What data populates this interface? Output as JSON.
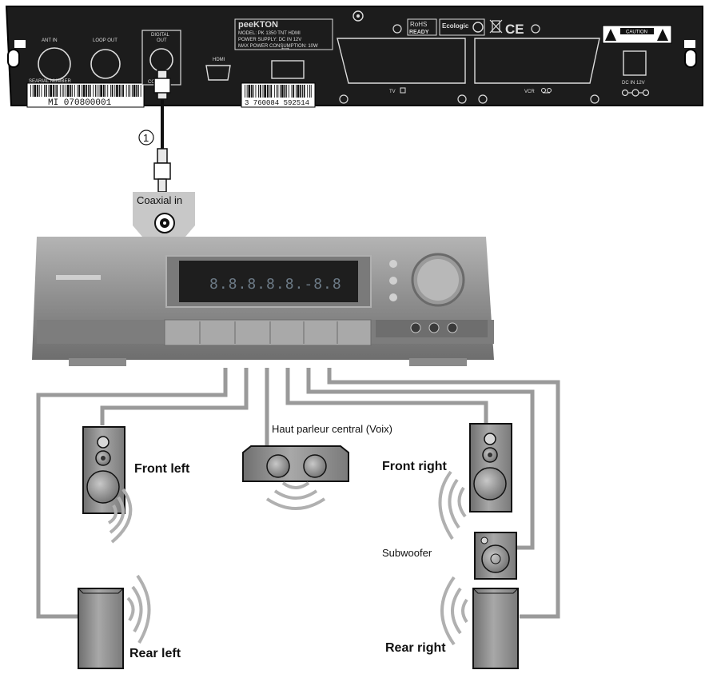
{
  "stb": {
    "brand": "peeKTON",
    "model_line": "MODEL: PK 1350 TNT HDMI",
    "power_line": "POWER SUPPLY: DC IN 12V",
    "consumption_line": "MAX POWER CONSUMPTION: 10W",
    "ant_in": "ANT IN",
    "loop_out": "LOOP OUT",
    "digital_out": "DIGITAL",
    "digital_out2": "OUT",
    "coaxial": "COAXIAL",
    "hdmi": "HDMI",
    "usb": "⭠⭢",
    "tv": "TV",
    "vcr": "VCR",
    "dc_in": "DC IN 12V",
    "serial_label": "SEARIAL NUMBER",
    "serial_number": "MI 070800001",
    "ean": "3 760084 592514",
    "rohs": "RoHS",
    "rohs2": "READY",
    "ecologic": "Ecologic",
    "caution": "CAUTION"
  },
  "labels": {
    "step": "1",
    "coaxial_in": "Coaxial in",
    "front_left": "Front left",
    "front_right": "Front right",
    "center": "Haut parleur central (Voix)",
    "subwoofer": "Subwoofer",
    "rear_left": "Rear left",
    "rear_right": "Rear right"
  },
  "receiver": {
    "display": "8.8.8.8.8.-8.8"
  },
  "colors": {
    "stb_body": "#1c1c1c",
    "receiver_body": "#8e8e8e",
    "speaker": "#8c8c8c",
    "wire": "#9a9a9a"
  }
}
